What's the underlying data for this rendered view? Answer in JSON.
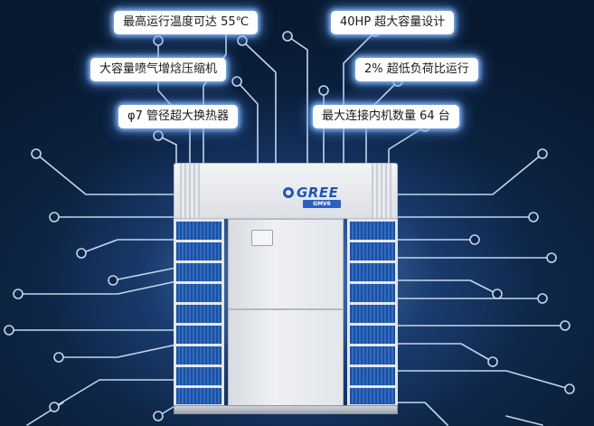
{
  "features": {
    "left": [
      {
        "text": "最高运行温度可达 55℃"
      },
      {
        "text": "大容量喷气增焓压缩机"
      },
      {
        "text": "φ7 管径超大换热器"
      }
    ],
    "right": [
      {
        "text": "40HP 超大容量设计"
      },
      {
        "text": "2% 超低负荷比运行"
      },
      {
        "text": "最大连接内机数量 64 台"
      }
    ]
  },
  "product": {
    "brand": "GREE",
    "brand_sub": "GMV6",
    "icon": "air-conditioner-outdoor-unit"
  },
  "colors": {
    "brand_blue": "#1f56b4",
    "background": "#0d2444",
    "circuit": "#c4d6ec",
    "tag_background": "#ffffff"
  }
}
